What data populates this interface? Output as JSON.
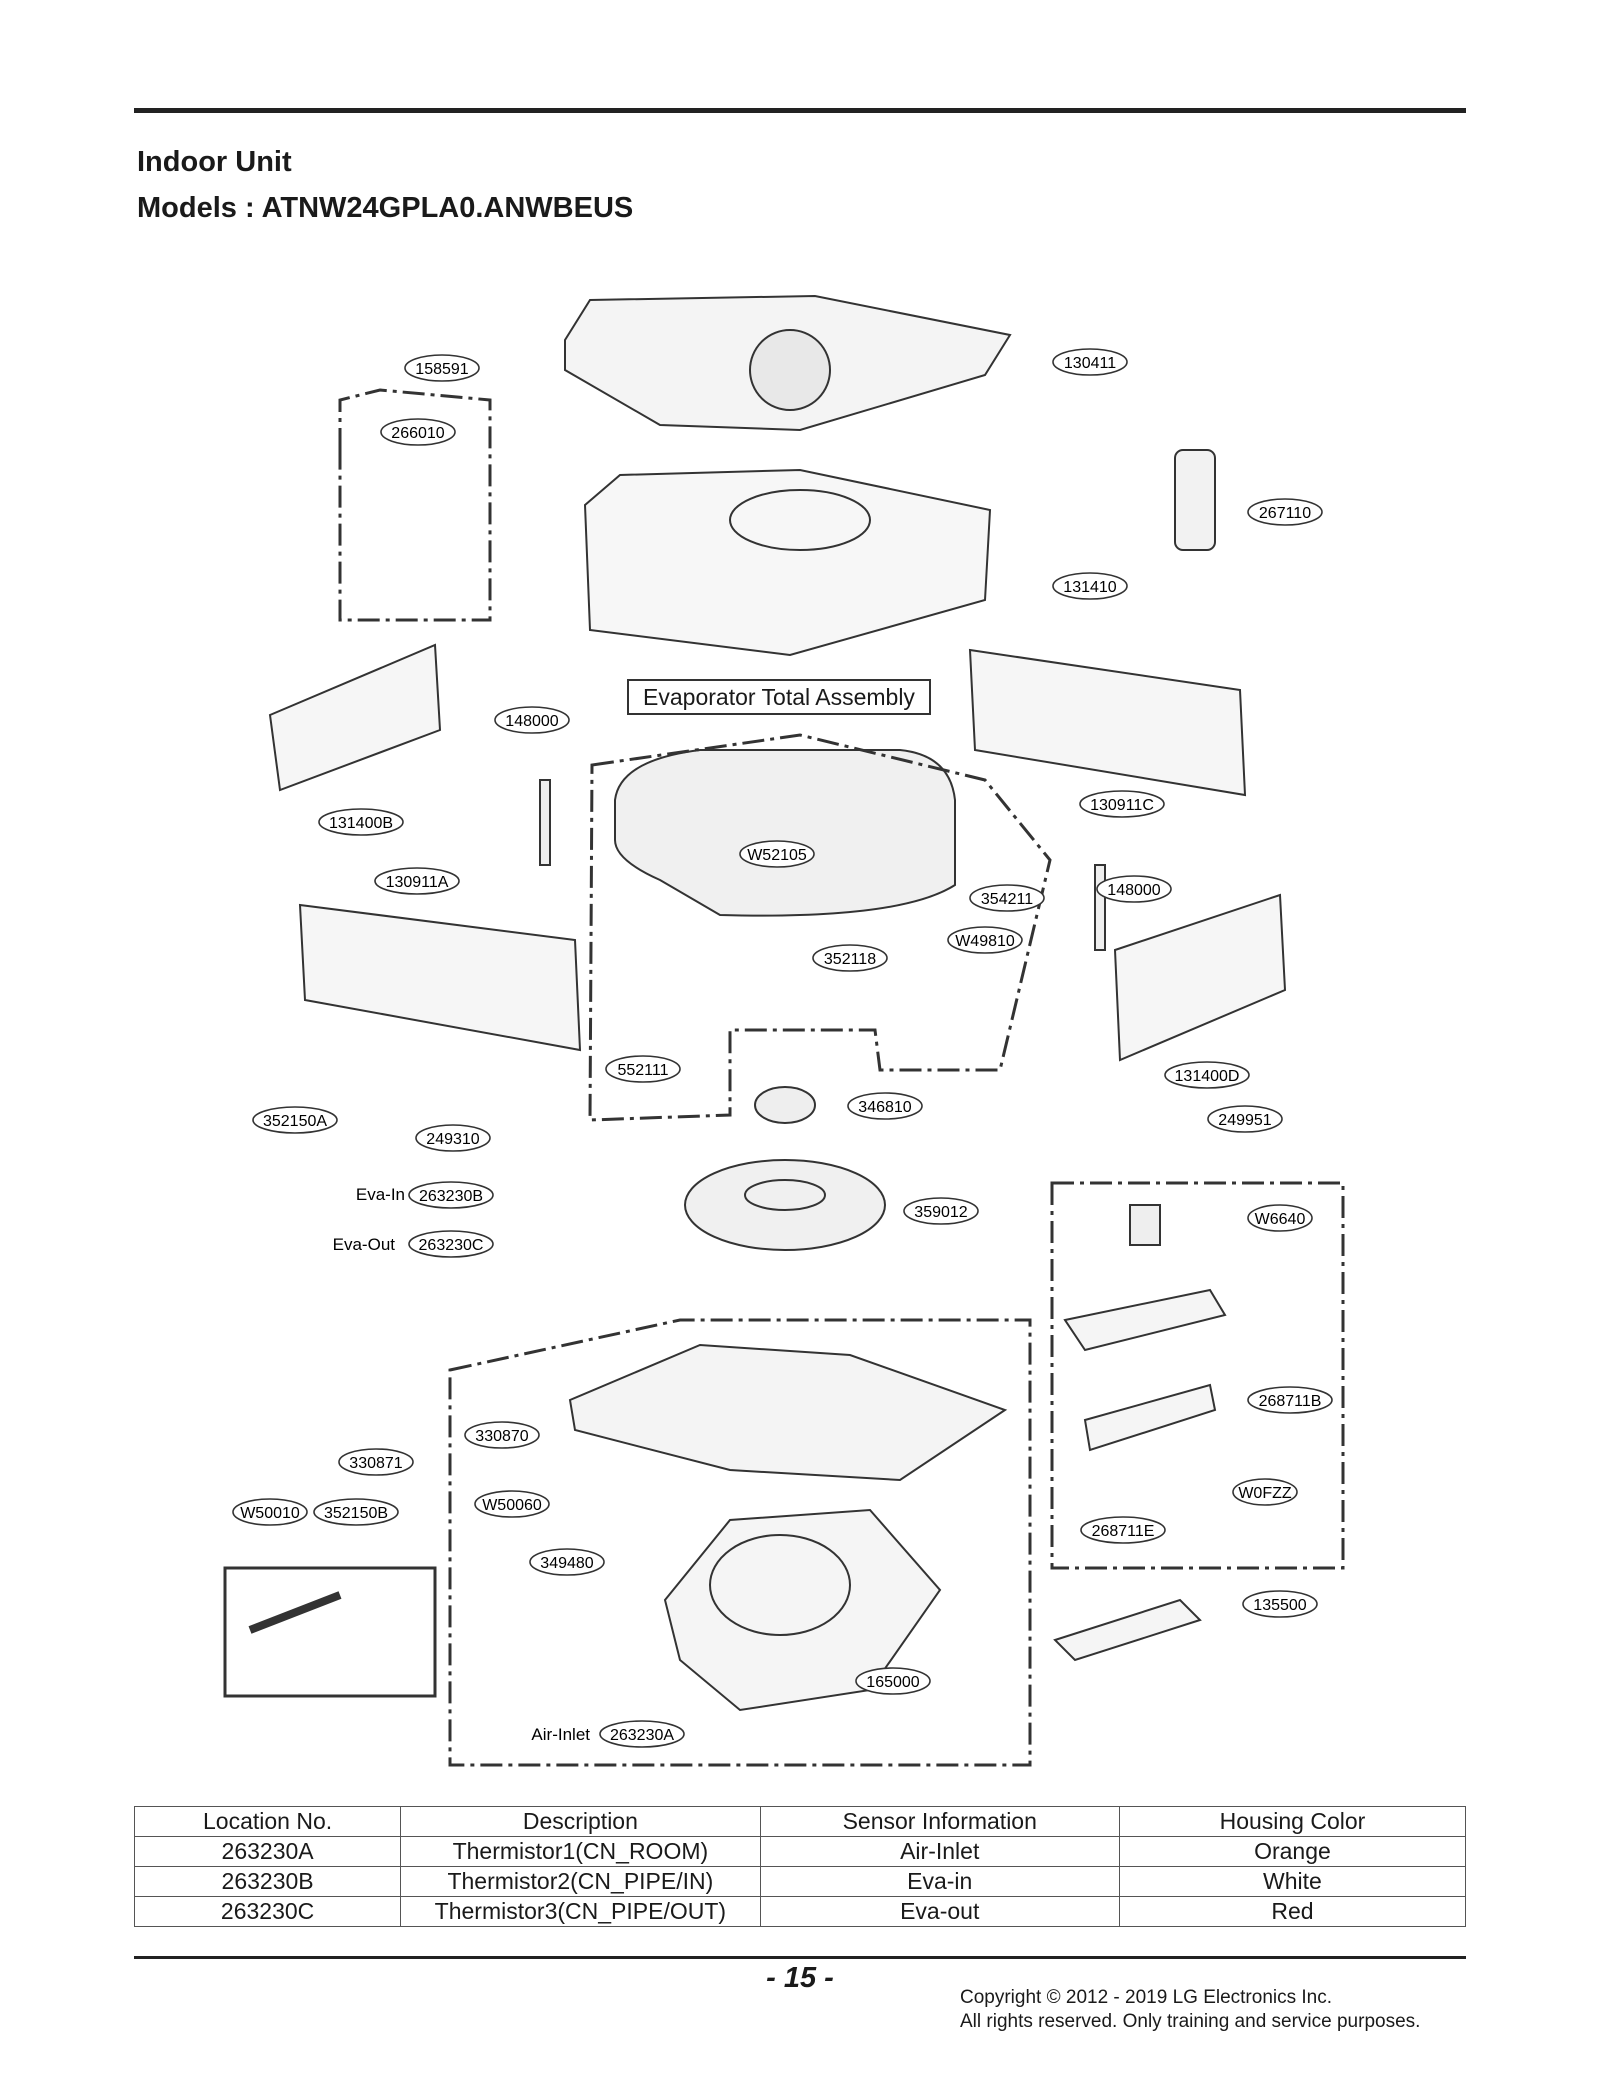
{
  "header": {
    "title": "Indoor Unit",
    "models": "Models : ATNW24GPLA0.ANWBEUS"
  },
  "diagram": {
    "assembly_label": "Evaporator Total Assembly",
    "parts": [
      "158591",
      "266010",
      "130411",
      "267110",
      "131410",
      "148000",
      "131400B",
      "130911C",
      "130911A",
      "W52105",
      "354211",
      "148000",
      "W49810",
      "352118",
      "552111",
      "131400D",
      "346810",
      "352150A",
      "249310",
      "249951",
      "263230B",
      "359012",
      "W6640",
      "263230C",
      "268711B",
      "330870",
      "330871",
      "W0FZZ",
      "W50060",
      "W50010",
      "352150B",
      "268711E",
      "349480",
      "135500",
      "165000",
      "263230A"
    ],
    "sensor_tags": [
      "Eva-In",
      "Eva-Out",
      "Air-Inlet"
    ]
  },
  "table": {
    "headers": [
      "Location No.",
      "Description",
      "Sensor Information",
      "Housing Color"
    ],
    "rows": [
      [
        "263230A",
        "Thermistor1(CN_ROOM)",
        "Air-Inlet",
        "Orange"
      ],
      [
        "263230B",
        "Thermistor2(CN_PIPE/IN)",
        "Eva-in",
        "White"
      ],
      [
        "263230C",
        "Thermistor3(CN_PIPE/OUT)",
        "Eva-out",
        "Red"
      ]
    ]
  },
  "footer": {
    "page_number": "- 15 -",
    "copyright_line1": "Copyright © 2012 - 2019 LG Electronics Inc.",
    "copyright_line2": "All rights reserved. Only training and service purposes."
  }
}
